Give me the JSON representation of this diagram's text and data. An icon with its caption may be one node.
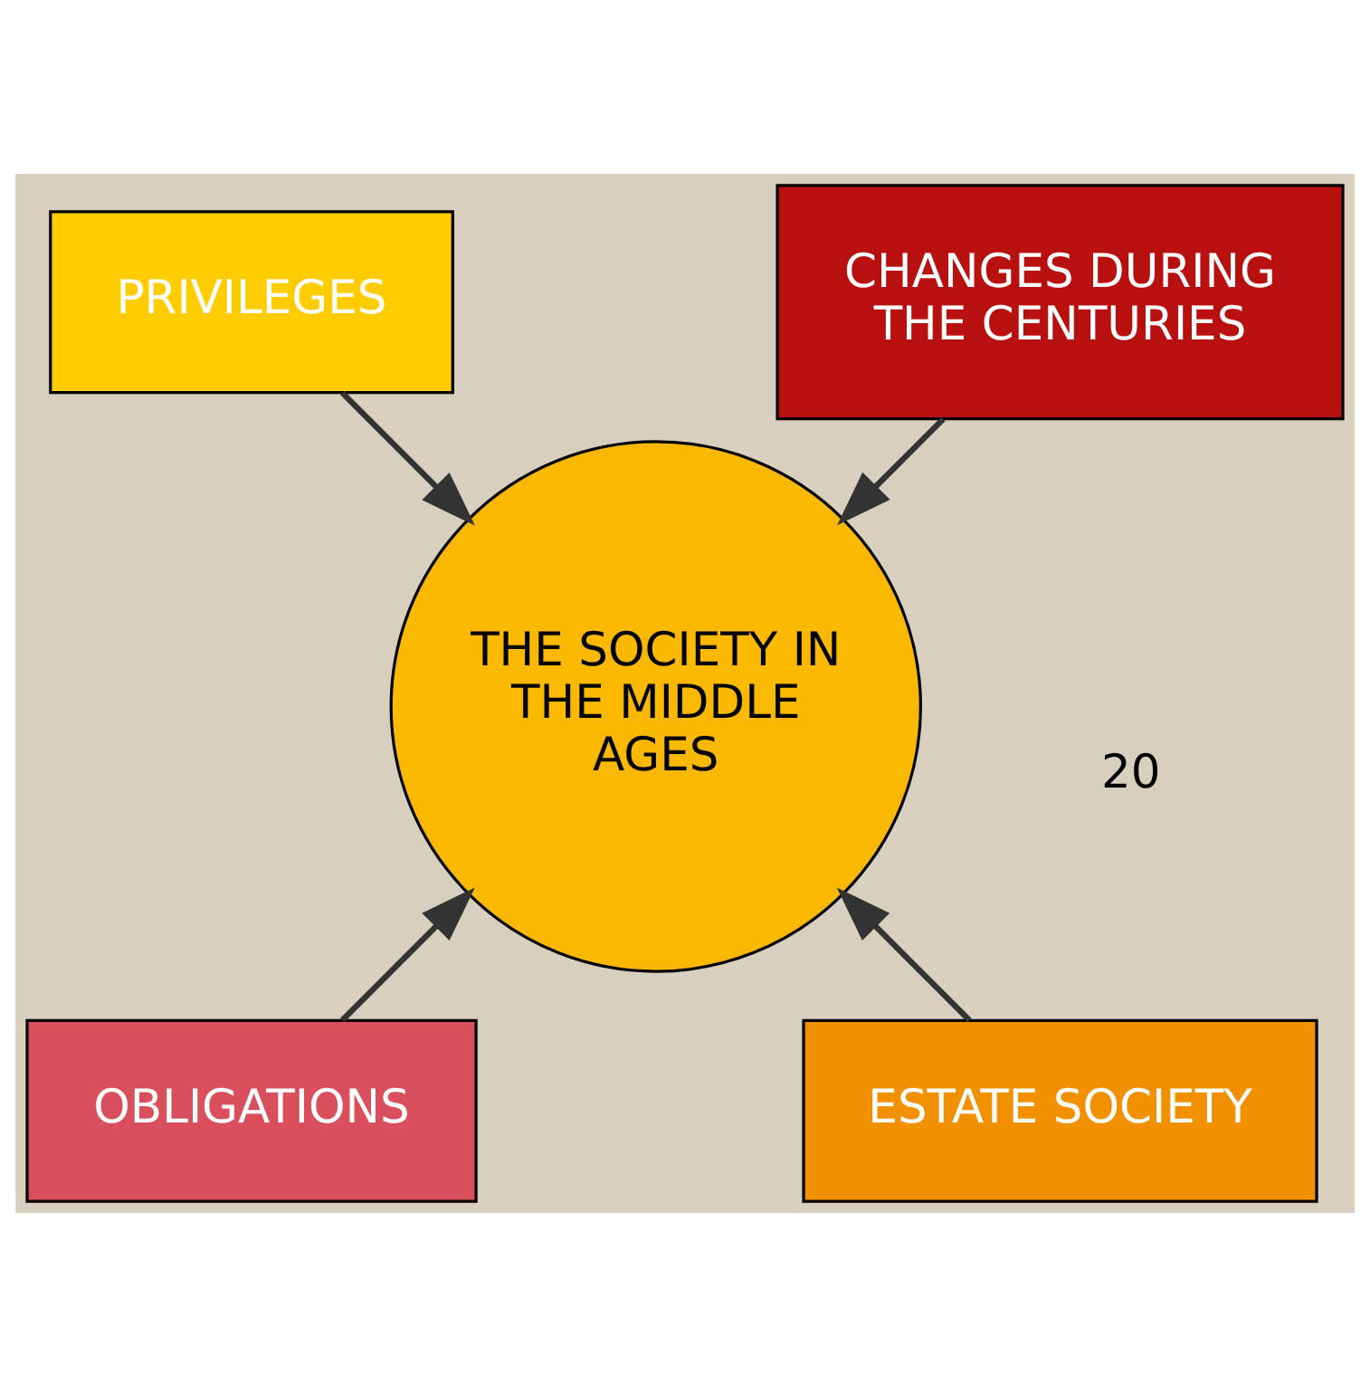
{
  "diagram": {
    "nodes": [
      {
        "text": [
          "CHANGES DURING THE CENTURIES"
        ]
      },
      {
        "text": [
          "PRIVILEGES"
        ]
      },
      {
        "text": [
          "THE SOCIETY IN THE MIDDLE AGES"
        ]
      },
      {
        "text": [
          "OBLIGATIONS"
        ]
      },
      {
        "text": [
          "ESTATE SOCIETY"
        ]
      }
    ],
    "edges": [
      {
        "from": 0,
        "to": 2,
        "arrow": "to"
      },
      {
        "from": 1,
        "to": 2,
        "arrow": "to"
      },
      {
        "from": 3,
        "to": 2,
        "arrow": "to"
      },
      {
        "from": 4,
        "to": 2,
        "arrow": "to"
      }
    ],
    "labels": [
      "20"
    ]
  }
}
